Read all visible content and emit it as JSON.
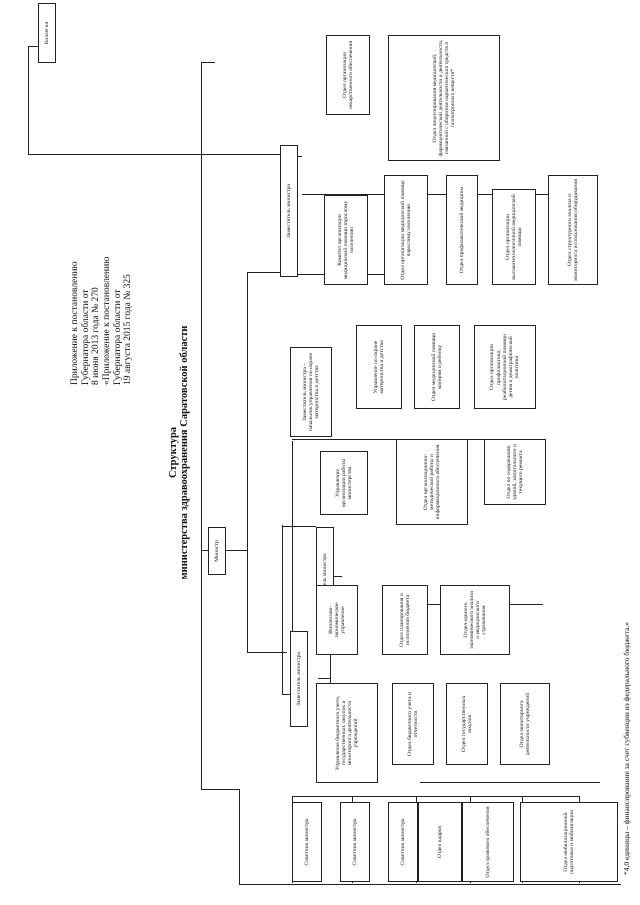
{
  "stamp": {
    "line1": "Приложение к постановлению",
    "line2": "Губернатора области от",
    "line3": "8 июня 2013 года № 270",
    "line4": "«Приложение к постановлению",
    "line5": "Губернатора области от",
    "line6": "19 августа 2015 года № 325"
  },
  "title": {
    "line1": "Структура",
    "line2": "министерства здравоохранения Саратовской области"
  },
  "footnote": "*4,0 единицы – финансирование за счет субвенции из федерального бюджета.»",
  "boxes": {
    "minister": "Министр",
    "collegium": "Коллегия",
    "first_deputy": "Первый заместитель министра",
    "deputy_left": "Заместитель министра",
    "deputy_right": "Заместитель министра",
    "deputy_mother": "Заместитель министра – начальник управления по охране материнства и детства",
    "adv1": "Советник министра",
    "adv2": "Советник министра",
    "adv3": "Советник министра",
    "hr": "Отдел кадров",
    "legal": "Отдел правового обеспечения",
    "mobil": "Отдел мобилизационной подготовки и мобилизации",
    "budget_mgmt": "Управление бюджетного учета, государственных закупок и мониторинга деятельности учреждений",
    "budget_acc": "Отдел бюджетного учета и отчетности",
    "purchases": "Отдел государственных закупок",
    "monitoring": "Отдел мониторинга деятельности учреждений",
    "fin_mgmt": "Финансово-экономическое управление",
    "planning": "Отдел планирования и исполнения бюджета",
    "unified": "Отдел единого экономического анализа и медицинского страхования",
    "org_mgmt": "Управление организации работы министерства",
    "methodic": "Отдел организационно-методической работы и информационного обеспечения",
    "property": "Отдел по содержанию зданий, капитального и текущего ремонта",
    "mother_mgmt": "Управление по охране материнства и детства",
    "med_help": "Отдел медицинской помощи матерям и ребенку",
    "prophylaxis": "Отдел организации профилактики, реабилитационной помощи детям и демографической политики",
    "complex": "Комитет организации медицинской помощи взрослому населению",
    "adult_help": "Отдел организации медицинской помощи взрослому населению",
    "prof_med": "Отдел профилактической медицины",
    "hightech": "Отдел организации высокотехнологичной медицинской помощи",
    "structure": "Отдел структурного анализа и мониторинга использования оборудования",
    "drug": "Отдел организации лекарственного обеспечения",
    "license": "Отдел лицензирования медицинской, фармацевтической деятельности и деятельности, связанной с оборотом наркотических средств и психотропных веществ*"
  }
}
